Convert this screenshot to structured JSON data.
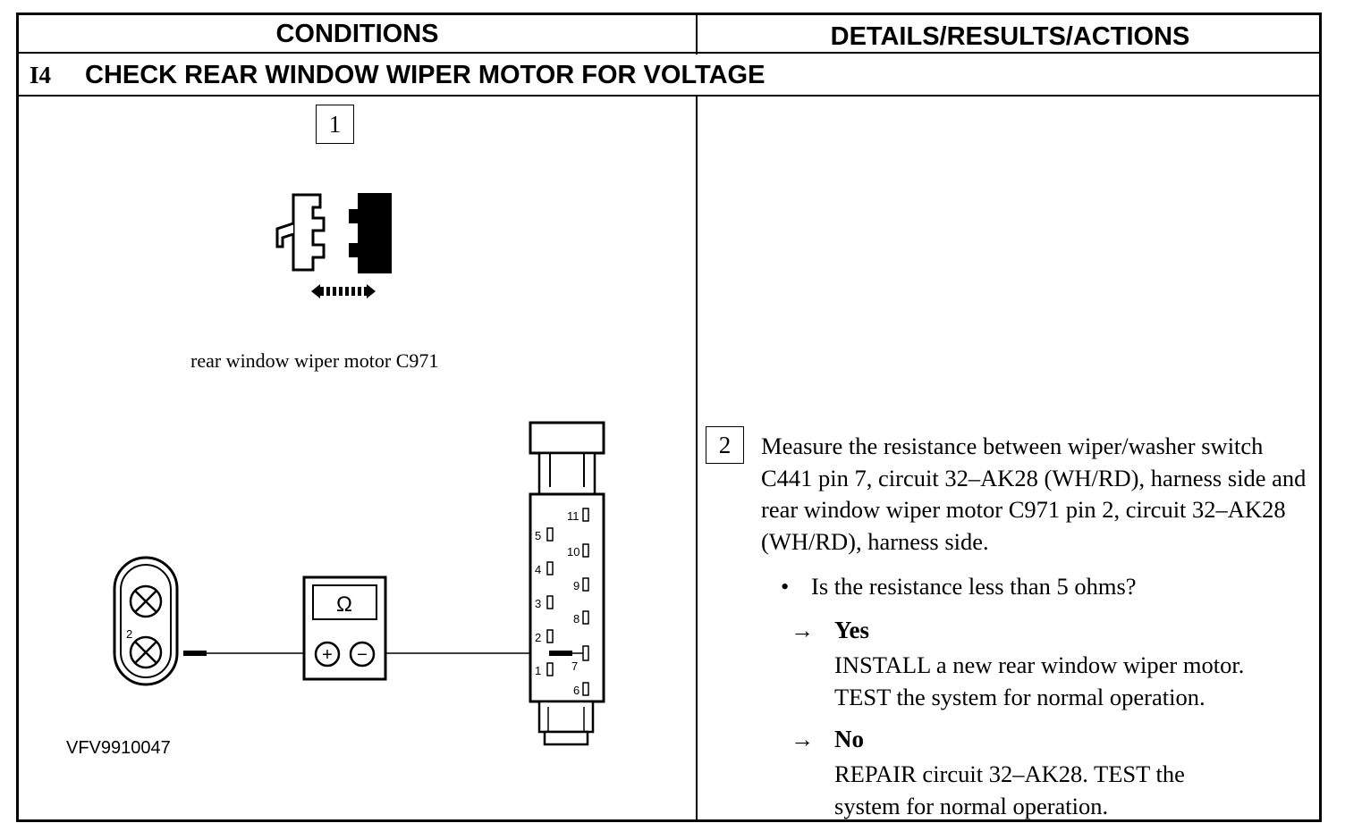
{
  "header": {
    "conditions_label": "CONDITIONS",
    "details_label": "DETAILS/RESULTS/ACTIONS"
  },
  "step": {
    "number": "I4",
    "title": "CHECK REAR WINDOW WIPER MOTOR FOR VOLTAGE"
  },
  "conditions": {
    "substep_1": "1",
    "connector_caption": "rear window wiper motor C971",
    "meter_symbol": "Ω",
    "meter_plus": "+",
    "meter_minus": "−",
    "motor_pin_label": "2",
    "switch_pins": [
      "11",
      "10",
      "9",
      "8",
      "7",
      "6",
      "5",
      "4",
      "3",
      "2",
      "1"
    ],
    "figure_id": "VFV9910047"
  },
  "details": {
    "substep_2": "2",
    "instruction": "Measure the resistance between wiper/washer switch C441 pin 7, circuit 32–AK28 (WH/RD), harness side and rear window wiper motor C971 pin 2, circuit 32–AK28 (WH/RD), harness side.",
    "question": "Is the resistance less than 5 ohms?",
    "arrow": "→",
    "yes_label": "Yes",
    "yes_action_line1": "INSTALL a new rear window wiper motor.",
    "yes_action_line2": "TEST the system for normal operation.",
    "no_label": "No",
    "no_action_line1": "REPAIR circuit 32–AK28. TEST the",
    "no_action_line2": "system for normal operation."
  }
}
